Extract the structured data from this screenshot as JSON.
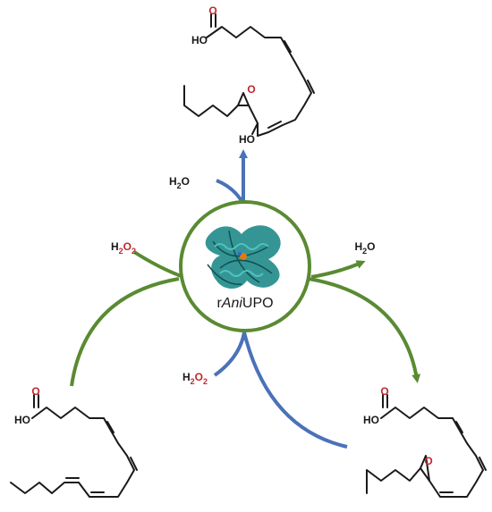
{
  "enzyme": {
    "prefix": "r",
    "italic": "Ani",
    "suffix": "UPO"
  },
  "labels": {
    "water": {
      "H": "H",
      "sub": "2",
      "O": "O"
    },
    "peroxide": {
      "H": "H",
      "sub1": "2",
      "O": "O",
      "sub2": "2"
    }
  },
  "substrate": {
    "acid": "HO",
    "carbonyl_o": "O"
  },
  "product_top": {
    "acid": "HO",
    "carbonyl_o": "O",
    "epoxide_o": "O",
    "hydroxyl": "HO"
  },
  "product_right": {
    "acid": "HO",
    "carbonyl_o": "O",
    "epoxide_o": "O"
  },
  "colors": {
    "green_arrow": "#5a8a32",
    "blue_arrow": "#4a72b8",
    "oxygen_red": "#c0272d",
    "protein_teal": "#1f8a8a",
    "bond": "#1a1a1a"
  }
}
